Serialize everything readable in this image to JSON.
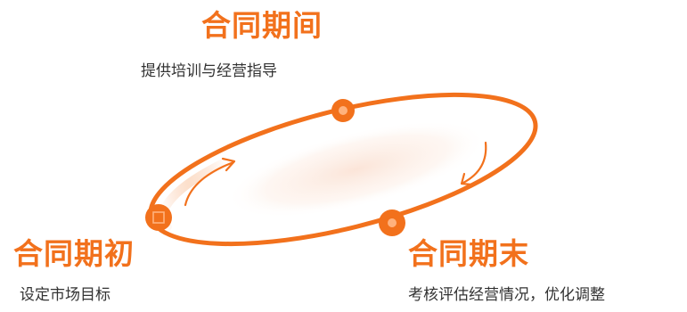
{
  "stages": {
    "middle": {
      "title": "合同期间",
      "description": "提供培训与经营指导"
    },
    "start": {
      "title": "合同期初",
      "description": "设定市场目标"
    },
    "end": {
      "title": "合同期末",
      "description": "考核评估经营情况，优化调整"
    }
  },
  "colors": {
    "accent": "#f2711c",
    "text": "#333333",
    "glow": "#fbe3d6"
  }
}
